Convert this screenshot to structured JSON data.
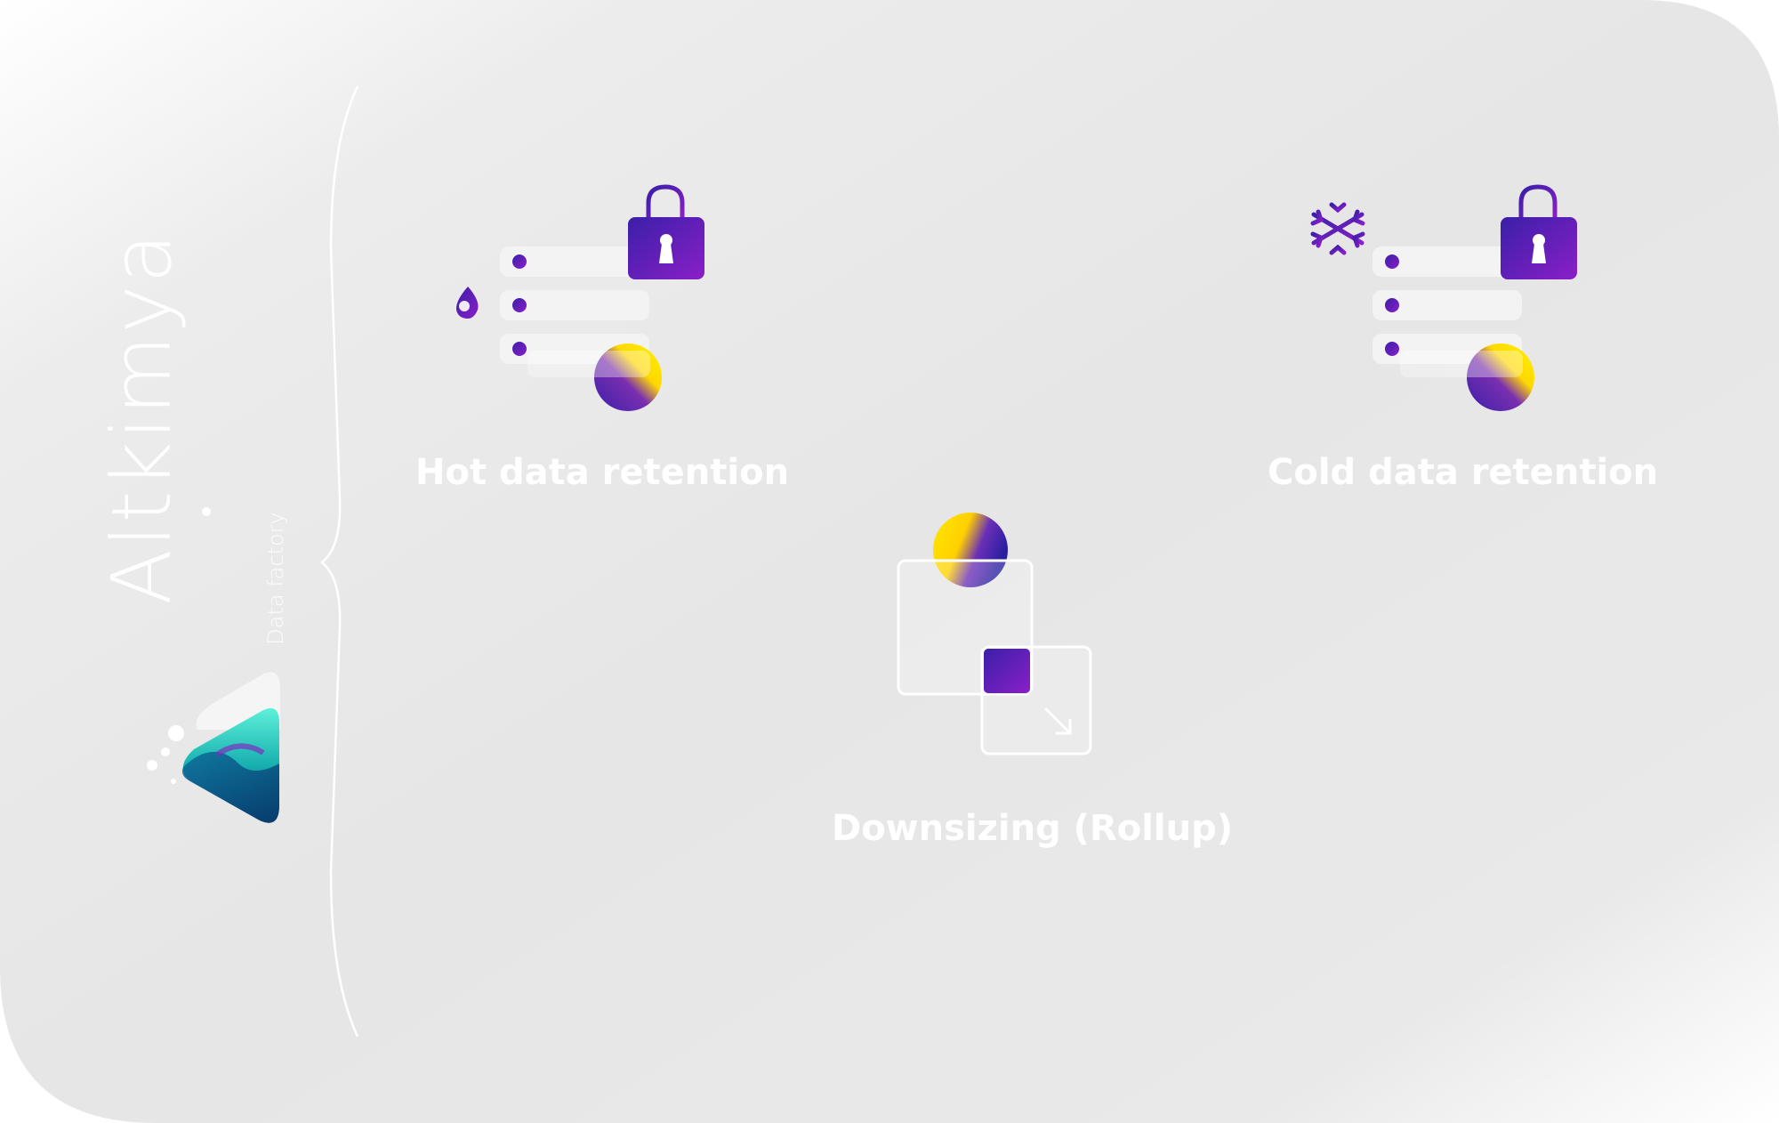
{
  "brand": {
    "name": "Altkimya",
    "tagline": "Data factory"
  },
  "features": [
    {
      "label": "Hot data retention",
      "icon": "thermometer-icon"
    },
    {
      "label": "Cold data retention",
      "icon": "snowflake-icon"
    },
    {
      "label": "Downsizing (Rollup)",
      "icon": "rollup-icon"
    }
  ],
  "colors": {
    "background": "#e8e8e8",
    "accent_purple": "#5a1fb0",
    "accent_violet": "#7a1fc0",
    "accent_yellow": "#ffe500",
    "accent_teal": "#2ad0c0",
    "label": "#ffffff"
  }
}
